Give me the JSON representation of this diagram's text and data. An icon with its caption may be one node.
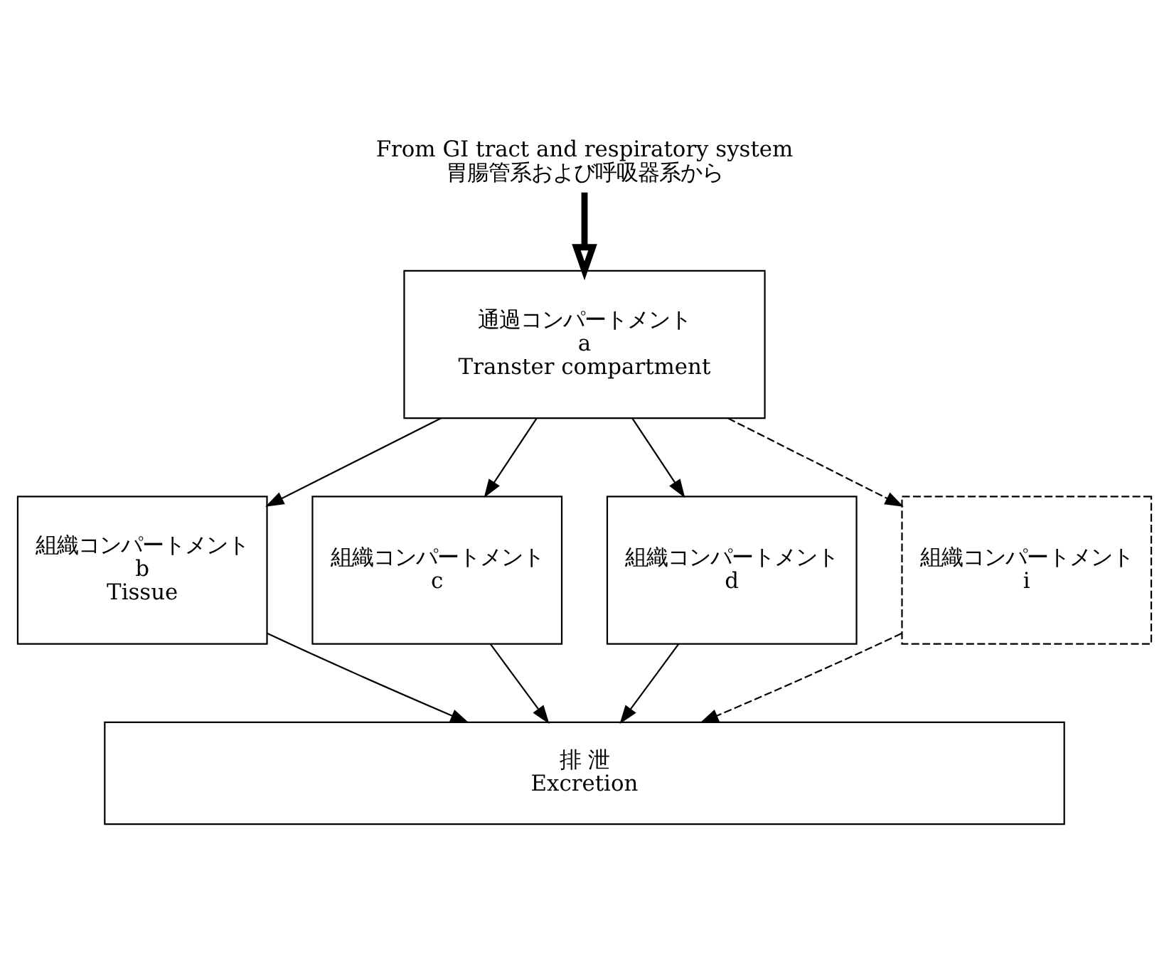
{
  "diagram": {
    "nodes": [
      {
        "text": [
          "From GI tract and respiratory system",
          "胃腸管系および呼吸器系から"
        ]
      },
      {
        "text": [
          "通過コンパートメント",
          "a",
          "Transter compartment"
        ]
      },
      {
        "text": [
          "組織コンパートメント",
          "b",
          "Tissue"
        ]
      },
      {
        "text": [
          "組織コンパートメント",
          "c"
        ]
      },
      {
        "text": [
          "組織コンパートメント",
          "d"
        ]
      },
      {
        "text": [
          "組織コンパートメント",
          "i"
        ]
      },
      {
        "text": [
          "排 泄",
          "Excretion"
        ]
      }
    ],
    "edges": [
      {
        "from": 0,
        "to": 1,
        "arrow": "to",
        "style": "thick"
      },
      {
        "from": 1,
        "to": 2,
        "arrow": "to"
      },
      {
        "from": 1,
        "to": 3,
        "arrow": "to"
      },
      {
        "from": 1,
        "to": 4,
        "arrow": "to"
      },
      {
        "from": 1,
        "to": 5,
        "arrow": "to",
        "style": "dashed"
      },
      {
        "from": 2,
        "to": 6,
        "arrow": "to"
      },
      {
        "from": 3,
        "to": 6,
        "arrow": "to"
      },
      {
        "from": 4,
        "to": 6,
        "arrow": "to"
      },
      {
        "from": 5,
        "to": 6,
        "arrow": "to",
        "style": "dashed"
      }
    ]
  }
}
